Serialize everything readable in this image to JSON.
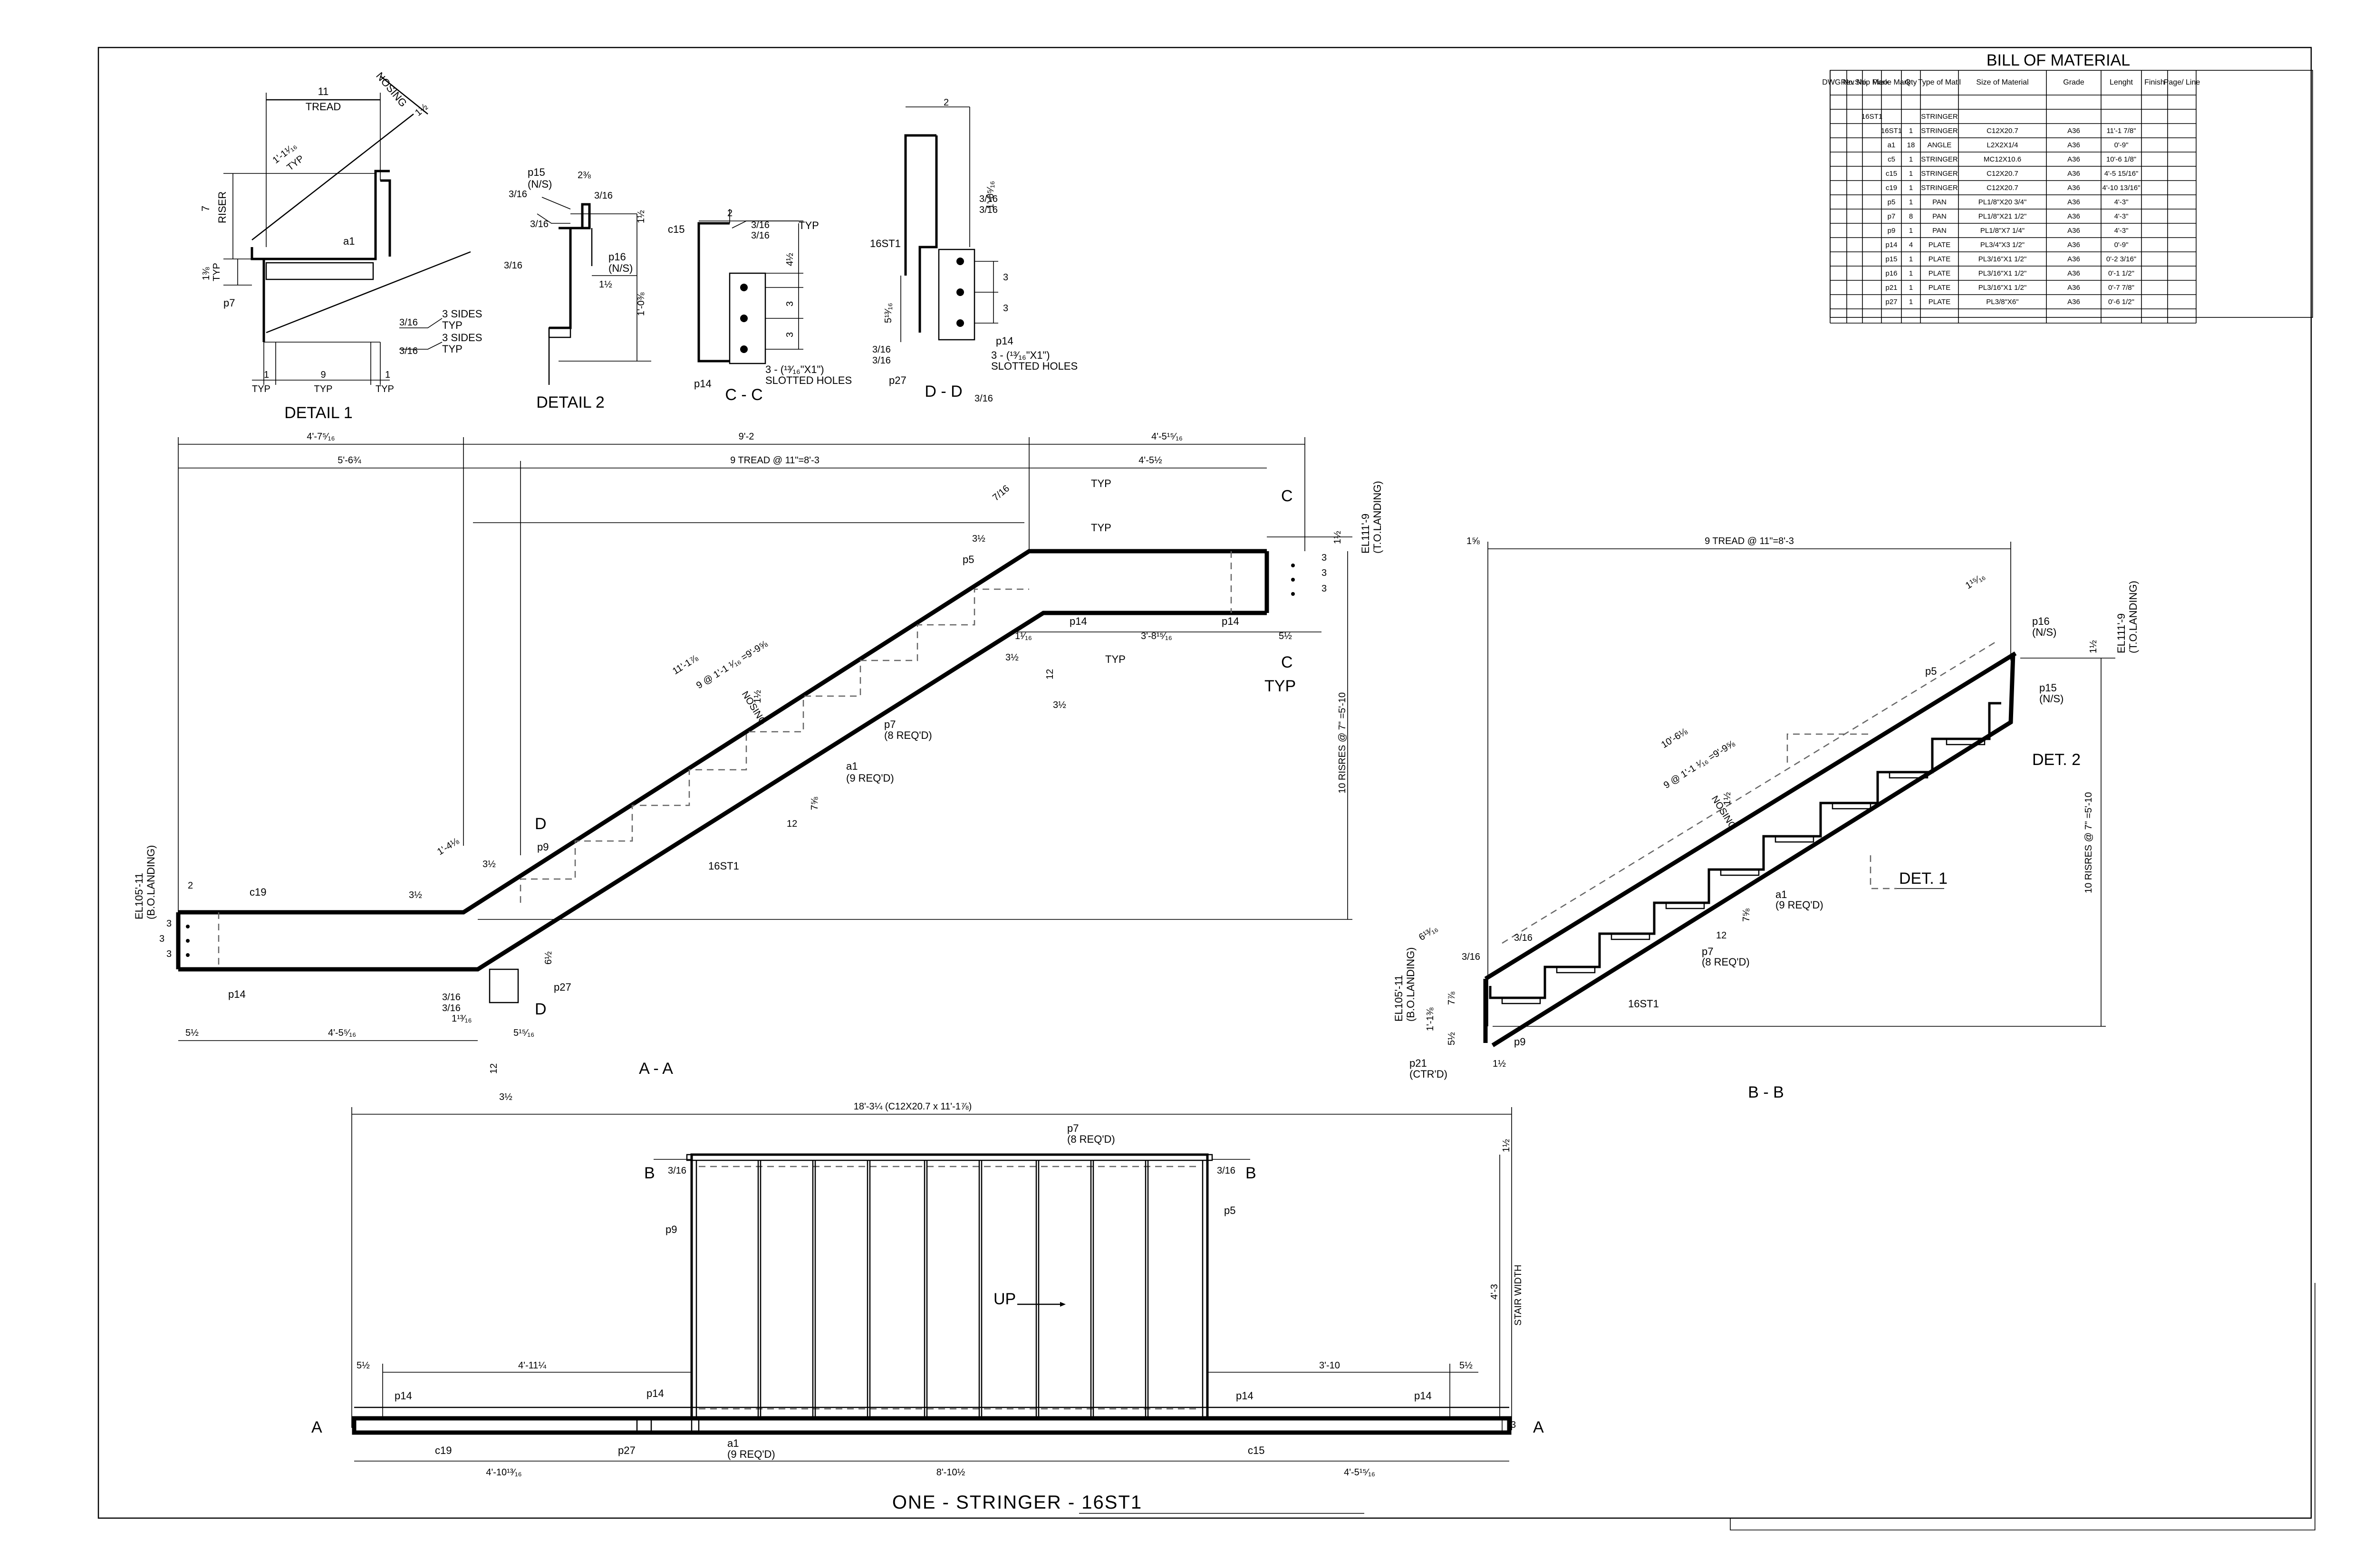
{
  "bill_of_material": {
    "title": "BILL OF MATERIAL",
    "headers": [
      "DWG No.",
      "Rev No.",
      "Ship Mark",
      "Piece Mark",
      "Qty",
      "Type of Mat'l",
      "Size of Material",
      "Grade",
      "Lenght",
      "Finish",
      "Page/ Line"
    ],
    "rows": [
      [
        "",
        "",
        "16ST1",
        "",
        "",
        "STRINGER",
        "",
        "",
        "",
        "",
        ""
      ],
      [
        "",
        "",
        "",
        "16ST1",
        "1",
        "STRINGER",
        "C12X20.7",
        "A36",
        "11'-1 7/8\"",
        "",
        ""
      ],
      [
        "",
        "",
        "",
        "a1",
        "18",
        "ANGLE",
        "L2X2X1/4",
        "A36",
        "0'-9\"",
        "",
        ""
      ],
      [
        "",
        "",
        "",
        "c5",
        "1",
        "STRINGER",
        "MC12X10.6",
        "A36",
        "10'-6 1/8\"",
        "",
        ""
      ],
      [
        "",
        "",
        "",
        "c15",
        "1",
        "STRINGER",
        "C12X20.7",
        "A36",
        "4'-5 15/16\"",
        "",
        ""
      ],
      [
        "",
        "",
        "",
        "c19",
        "1",
        "STRINGER",
        "C12X20.7",
        "A36",
        "4'-10 13/16\"",
        "",
        ""
      ],
      [
        "",
        "",
        "",
        "p5",
        "1",
        "PAN",
        "PL1/8\"X20 3/4\"",
        "A36",
        "4'-3\"",
        "",
        ""
      ],
      [
        "",
        "",
        "",
        "p7",
        "8",
        "PAN",
        "PL1/8\"X21 1/2\"",
        "A36",
        "4'-3\"",
        "",
        ""
      ],
      [
        "",
        "",
        "",
        "p9",
        "1",
        "PAN",
        "PL1/8\"X7 1/4\"",
        "A36",
        "4'-3\"",
        "",
        ""
      ],
      [
        "",
        "",
        "",
        "p14",
        "4",
        "PLATE",
        "PL3/4\"X3 1/2\"",
        "A36",
        "0'-9\"",
        "",
        ""
      ],
      [
        "",
        "",
        "",
        "p15",
        "1",
        "PLATE",
        "PL3/16\"X1 1/2\"",
        "A36",
        "0'-2 3/16\"",
        "",
        ""
      ],
      [
        "",
        "",
        "",
        "p16",
        "1",
        "PLATE",
        "PL3/16\"X1 1/2\"",
        "A36",
        "0'-1 1/2\"",
        "",
        ""
      ],
      [
        "",
        "",
        "",
        "p21",
        "1",
        "PLATE",
        "PL3/16\"X1 1/2\"",
        "A36",
        "0'-7 7/8\"",
        "",
        ""
      ],
      [
        "",
        "",
        "",
        "p27",
        "1",
        "PLATE",
        "PL3/8\"X6\"",
        "A36",
        "0'-6 1/2\"",
        "",
        ""
      ]
    ]
  },
  "detail1": {
    "title": "DETAIL 1",
    "labels": {
      "tread_dim": "11",
      "tread": "TREAD",
      "nosing": "NOSING",
      "nosing_dim": "1½",
      "slope_dim": "1'-1¹⁄₁₆",
      "slope_typ": "TYP",
      "riser_dim": "7",
      "riser": "RISER",
      "a1": "a1",
      "p7": "p7",
      "side_dim": "1⅜",
      "side_typ": "TYP",
      "weld1": "3/16",
      "weld1_note": "3 SIDES",
      "weld1_typ": "TYP",
      "weld2": "3/16",
      "weld2_note": "3 SIDES",
      "weld2_typ": "TYP",
      "b1": "1",
      "b1_typ": "TYP",
      "b2": "9",
      "b2_typ": "TYP",
      "b3": "1",
      "b3_typ": "TYP"
    }
  },
  "detail2": {
    "title": "DETAIL 2",
    "labels": {
      "p15": "p15",
      "p15_ns": "(N/S)",
      "w_top": "2⅜",
      "w_a": "3/16",
      "w_b": "3/16",
      "w_c": "3/16",
      "w_d": "3/16",
      "p16": "p16",
      "p16_ns": "(N/S)",
      "d_right": "1½",
      "d_mid": "1½",
      "d_vert": "1'-0⅜"
    }
  },
  "section_cc": {
    "title": "C - C",
    "labels": {
      "c15": "c15",
      "top": "2",
      "w1": "3/16",
      "w2": "3/16",
      "typ": "TYP",
      "d1": "4½",
      "d2": "3",
      "d3": "3",
      "holes": "3 - (¹³⁄₁₆\"X1\")",
      "holes2": "SLOTTED HOLES",
      "p14": "p14"
    }
  },
  "section_dd": {
    "title": "D - D",
    "labels": {
      "top": "2",
      "w1": "3/16",
      "w2": "3/16",
      "v": "1'-0⁵⁄₁₆",
      "st": "16ST1",
      "d1": "3",
      "d2": "3",
      "side": "5¹³⁄₁₆",
      "w3": "3/16",
      "w4": "3/16",
      "p14": "p14",
      "holes": "3 - (¹³⁄₁₆\"X1\")",
      "holes2": "SLOTTED HOLES",
      "p27": "p27",
      "w5": "3/16"
    }
  },
  "view_aa": {
    "title": "A - A",
    "top_dims": [
      "4'-7⁵⁄₁₆",
      "9'-2",
      "4'-5¹⁵⁄₁₆"
    ],
    "second_dims": [
      "5'-6¾",
      "9 TREAD @ 11\"=8'-3",
      "4'-5½"
    ],
    "labels": {
      "tr1": "7/16",
      "typ1": "TYP",
      "typ2": "TYP",
      "c_top": "C",
      "el_top": "EL111'-9",
      "el_top2": "(T.O.LANDING)",
      "top_r1": "1½",
      "top_r2": "3",
      "top_r3": "3",
      "top_r4": "3",
      "sl1": "3½",
      "p5": "p5",
      "p14a": "p14",
      "p14b": "p14",
      "len2": "3'-8¹⁵⁄₁₆",
      "d512": "5½",
      "c_bot": "C",
      "typ_c": "TYP",
      "d1116": "1¹⁄₁₆",
      "d312a": "3½",
      "d12": "12",
      "d312b": "3½",
      "typ3": "TYP",
      "slope_len": "11'-1⅞",
      "slope_dim": "9 @ 1'-1 ¹⁄₁₆ =9'-9⅝",
      "nosing": "NOSING",
      "nosing_dim": "1½",
      "p7": "p7",
      "p7_req": "(8 REQ'D)",
      "a1": "a1",
      "a1_req": "(9 REQ'D)",
      "slope_run": "12",
      "slope_rise": "7⅝",
      "risers": "10 RISRES @ 7\" =5'-10",
      "st": "16ST1",
      "d_lbl": "D",
      "d_bot": "D",
      "d14": "1'-4⅛",
      "d312c": "3½",
      "p9": "p9",
      "d312d": "3½",
      "d2": "2",
      "c19": "c19",
      "el_bot": "EL105'-11",
      "el_bot2": "(B.O.LANDING)",
      "bl1": "3",
      "bl2": "3",
      "bl3": "3",
      "p14c": "p14",
      "w316a": "3/16",
      "w316b": "3/16",
      "d11316": "1¹³⁄₁₆",
      "d612": "6½",
      "p27": "p27",
      "d51516": "5¹⁵⁄₁₆",
      "b512": "5½",
      "b45": "4'-5⁵⁄₁₆",
      "v12": "12",
      "v312": "3½"
    }
  },
  "view_bb": {
    "title": "B - B",
    "labels": {
      "top_dim": "9 TREAD @ 11\"=8'-3",
      "d158": "1⅝",
      "d11516": "1¹⁵⁄₁₆",
      "p16": "p16",
      "p16_ns": "(N/S)",
      "el_top": "EL111'-9",
      "el_top2": "(T.O.LANDING)",
      "d12": "1½",
      "p5": "p5",
      "p15": "p15",
      "p15_ns": "(N/S)",
      "det2": "DET. 2",
      "slope_len": "10'-6⅛",
      "slope_dim": "9 @ 1'-1 ¹⁄₁₆ =9'-9⅝",
      "nosing": "NOSING",
      "nosing_dim": "1½",
      "det1": "DET. 1",
      "a1": "a1",
      "a1_req": "(9 REQ'D)",
      "run": "12",
      "rise": "7⅝",
      "p7": "p7",
      "p7_req": "(8 REQ'D)",
      "st": "16ST1",
      "risers": "10 RISRES @ 7\" =5'-10",
      "d61316": "6¹³⁄₁₆",
      "w316": "3/16",
      "w316b": "3/16",
      "el_bot": "EL105'-11",
      "el_bot2": "(B.O.LANDING)",
      "d78": "7⅞",
      "d113": "1'-1⅜",
      "d512": "5½",
      "p9": "p9",
      "p21": "p21",
      "p21_c": "(CTR'D)",
      "b12": "1½"
    }
  },
  "plan": {
    "title": "ONE - STRINGER - 16ST1",
    "labels": {
      "overall": "18'-3¼ (C12X20.7 x 11'-1⅞)",
      "p7": "p7",
      "p7_req": "(8 REQ'D)",
      "d12": "1½",
      "b_left": "B",
      "b_right": "B",
      "w1": "3/16",
      "w2": "3/16",
      "p9": "p9",
      "p5": "p5",
      "up": "UP",
      "width": "4'-3",
      "width_lbl": "STAIR WIDTH",
      "l512": "5½",
      "l411": "4'-11¼",
      "p14a": "p14",
      "p14b": "p14",
      "r310": "3'-10",
      "r512": "5½",
      "p14c": "p14",
      "p14d": "p14",
      "a_left": "A",
      "a_right": "A",
      "d3": "3",
      "c19": "c19",
      "p27": "p27",
      "a1": "a1",
      "a1_req": "(9 REQ'D)",
      "c15": "c15",
      "b1": "4'-10¹³⁄₁₆",
      "b2": "8'-10½",
      "b3": "4'-5¹⁵⁄₁₆"
    }
  }
}
